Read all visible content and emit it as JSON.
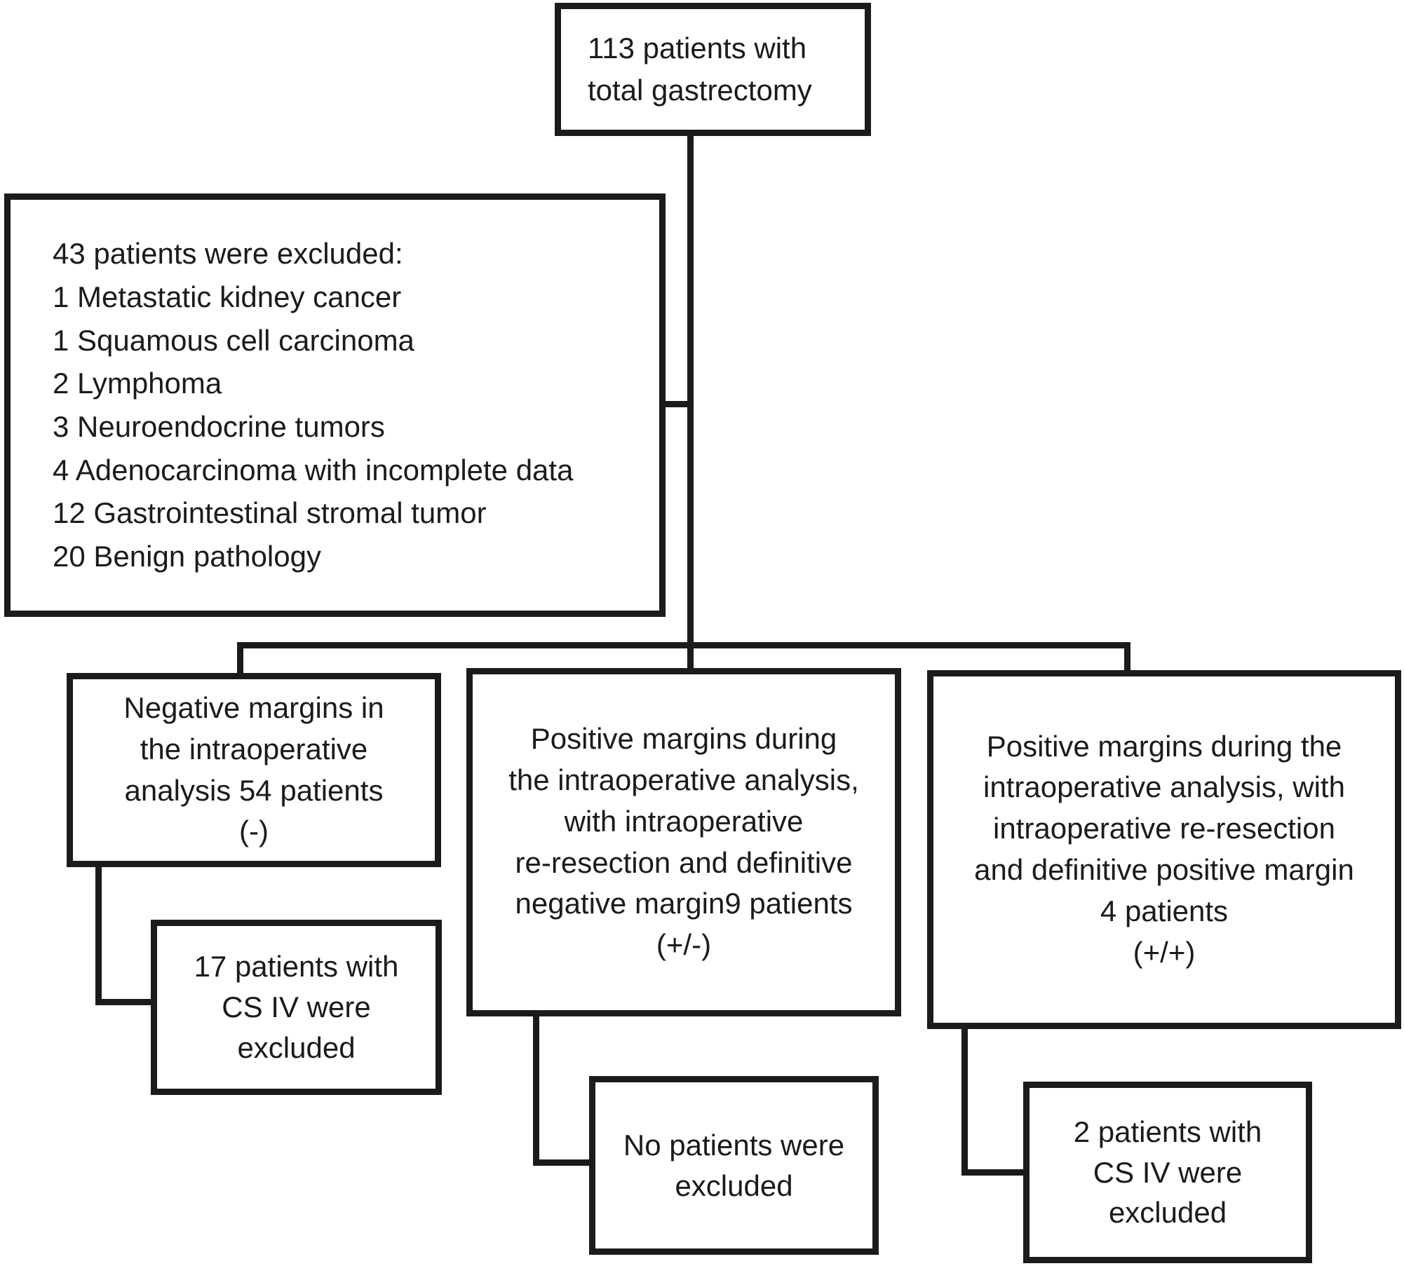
{
  "figure": {
    "background_color": "#ffffff",
    "line_color": "#1b1b1b",
    "nodes": {
      "total": {
        "text": "113 patients with\ntotal gastrectomy"
      },
      "excluded": {
        "text": "43 patients were excluded:\n1 Metastatic kidney cancer\n1 Squamous cell carcinoma\n2 Lymphoma\n3 Neuroendocrine tumors\n4 Adenocarcinoma with incomplete data\n12 Gastrointestinal stromal tumor\n20 Benign pathology"
      },
      "negative_margins": {
        "text": "Negative margins in\nthe intraoperative\nanalysis 54 patients\n(-)"
      },
      "positive_negative": {
        "text": "Positive margins during\nthe intraoperative analysis,\nwith intraoperative\nre-resection and definitive\nnegative margin9 patients\n(+/-)"
      },
      "positive_positive": {
        "text": "Positive margins during the\nintraoperative analysis, with\nintraoperative re-resection\nand definitive positive margin\n4 patients\n(+/+)"
      },
      "excluded_17": {
        "text": "17 patients with\nCS IV were\nexcluded"
      },
      "excluded_none": {
        "text": "No patients were\nexcluded"
      },
      "excluded_2": {
        "text": "2 patients with\nCS IV were\nexcluded"
      }
    }
  }
}
